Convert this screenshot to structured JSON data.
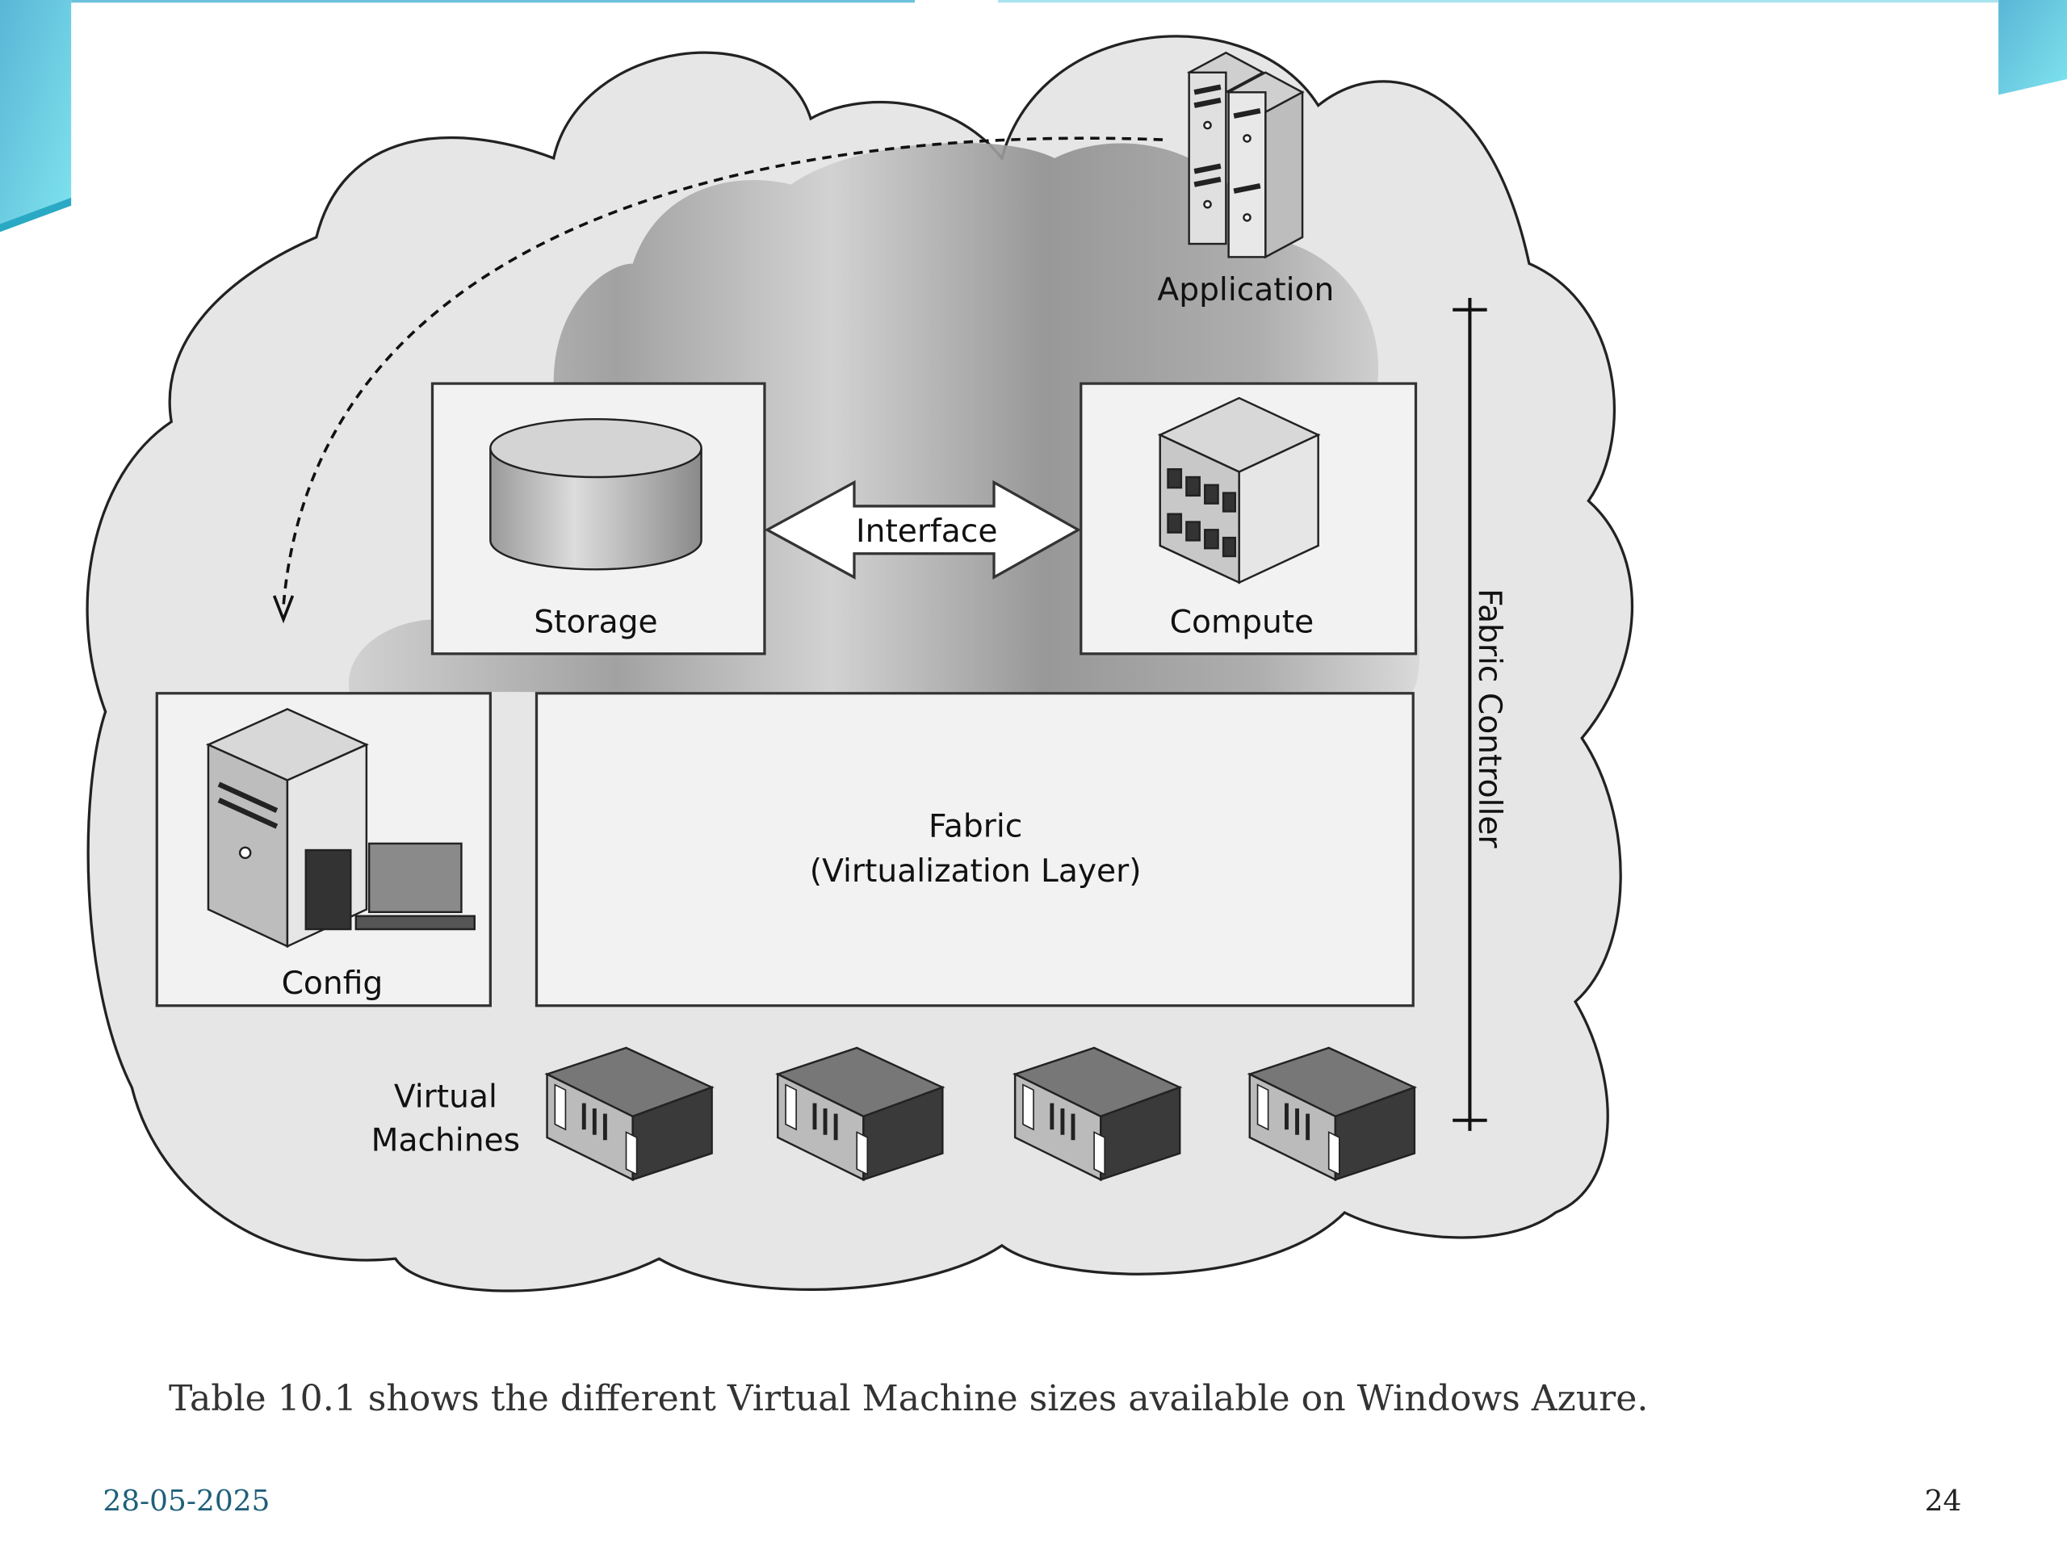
{
  "diagram": {
    "nodes": {
      "application": "Application",
      "storage": "Storage",
      "compute": "Compute",
      "interface": "Interface",
      "config": "Config",
      "fabric_line1": "Fabric",
      "fabric_line2": "(Virtualization Layer)",
      "vm_line1": "Virtual",
      "vm_line2": "Machines",
      "fabric_controller": "Fabric Controller"
    },
    "vm_count": 4
  },
  "caption": "Table 10.1 shows the different Virtual Machine sizes available on Windows Azure.",
  "footer": {
    "date": "28-05-2025",
    "page_number": "24"
  },
  "colors": {
    "accent": "#4fc6dc",
    "date_text": "#1f5f7a",
    "cloud_fill": "#e6e6e6"
  }
}
